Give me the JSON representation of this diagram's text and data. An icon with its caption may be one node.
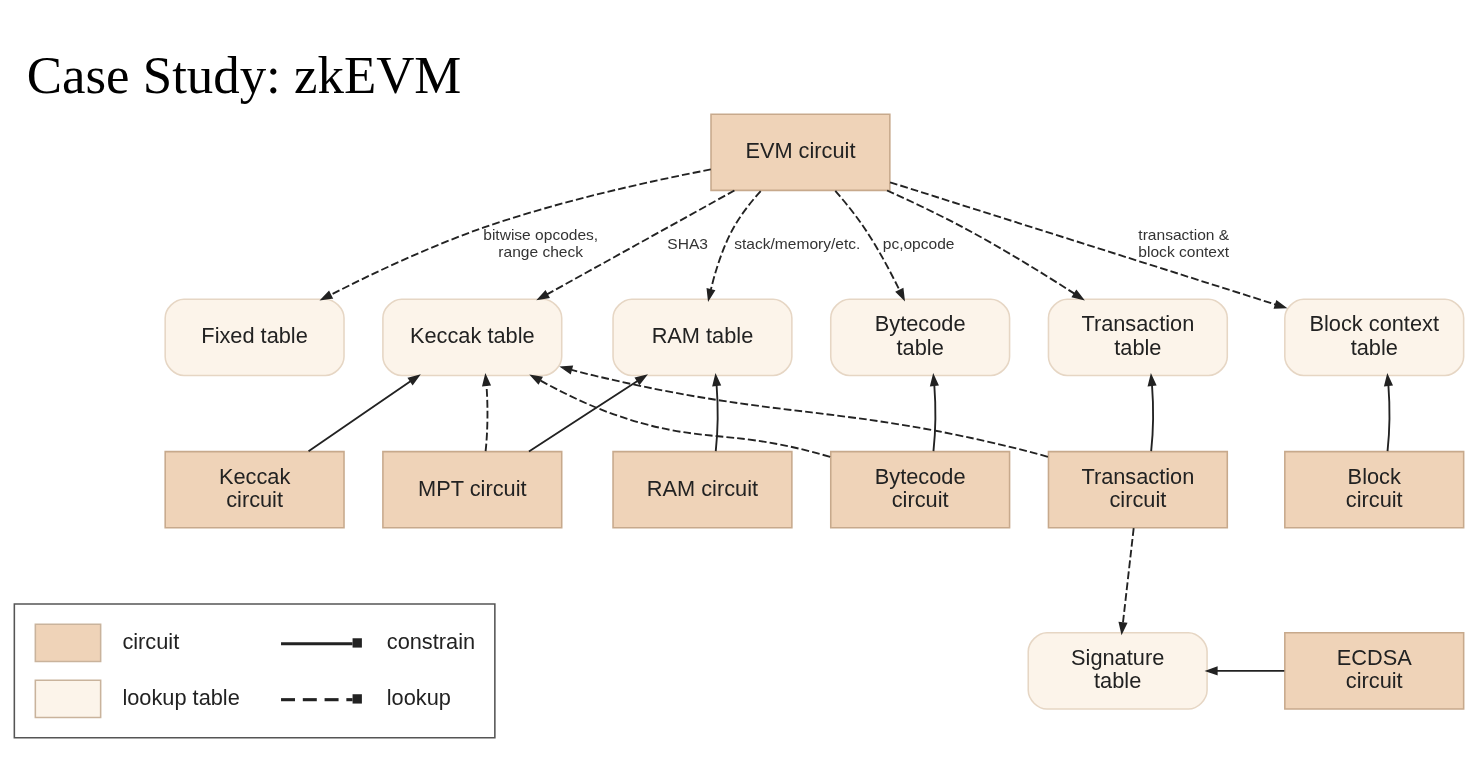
{
  "diagram": {
    "title": "Case Study: zkEVM",
    "nodes": [
      {
        "text": [
          "EVM circuit"
        ]
      },
      {
        "text": [
          "Fixed table"
        ]
      },
      {
        "text": [
          "Keccak table"
        ]
      },
      {
        "text": [
          "RAM table"
        ]
      },
      {
        "text": [
          "Bytecode table"
        ]
      },
      {
        "text": [
          "Transaction table"
        ]
      },
      {
        "text": [
          "Block context table"
        ]
      },
      {
        "text": [
          "Keccak circuit"
        ]
      },
      {
        "text": [
          "MPT circuit"
        ]
      },
      {
        "text": [
          "RAM circuit"
        ]
      },
      {
        "text": [
          "Bytecode circuit"
        ]
      },
      {
        "text": [
          "Transaction circuit"
        ]
      },
      {
        "text": [
          "Block circuit"
        ]
      },
      {
        "text": [
          "Signature table"
        ]
      },
      {
        "text": [
          "ECDSA circuit"
        ]
      }
    ],
    "edges": [
      {
        "from": 0,
        "to": 1,
        "arrow": "to",
        "style": "dashed",
        "label": "bitwise opcodes, range check"
      },
      {
        "from": 0,
        "to": 2,
        "arrow": "to",
        "style": "dashed",
        "label": "SHA3"
      },
      {
        "from": 0,
        "to": 3,
        "arrow": "to",
        "style": "dashed",
        "label": "stack/memory/etc."
      },
      {
        "from": 0,
        "to": 4,
        "arrow": "to",
        "style": "dashed",
        "label": "pc,opcode"
      },
      {
        "from": 0,
        "to": 5,
        "arrow": "to",
        "style": "dashed"
      },
      {
        "from": 0,
        "to": 6,
        "arrow": "to",
        "style": "dashed",
        "label": "transaction & block context"
      },
      {
        "from": 7,
        "to": 2,
        "arrow": "to"
      },
      {
        "from": 8,
        "to": 2,
        "arrow": "to",
        "style": "dashed"
      },
      {
        "from": 8,
        "to": 3,
        "arrow": "to"
      },
      {
        "from": 9,
        "to": 3,
        "arrow": "to"
      },
      {
        "from": 10,
        "to": 4,
        "arrow": "to"
      },
      {
        "from": 10,
        "to": 2,
        "arrow": "to",
        "style": "dashed"
      },
      {
        "from": 11,
        "to": 5,
        "arrow": "to"
      },
      {
        "from": 11,
        "to": 2,
        "arrow": "to",
        "style": "dashed"
      },
      {
        "from": 12,
        "to": 6,
        "arrow": "to"
      },
      {
        "from": 11,
        "to": 13,
        "arrow": "to",
        "style": "dashed"
      },
      {
        "from": 14,
        "to": 13,
        "arrow": "to"
      }
    ],
    "legend": [
      {
        "text": "circuit",
        "color": "#efd3b8"
      },
      {
        "text": "constrain"
      },
      {
        "text": "lookup table",
        "color": "#fcf4ea"
      },
      {
        "text": "lookup"
      }
    ]
  }
}
